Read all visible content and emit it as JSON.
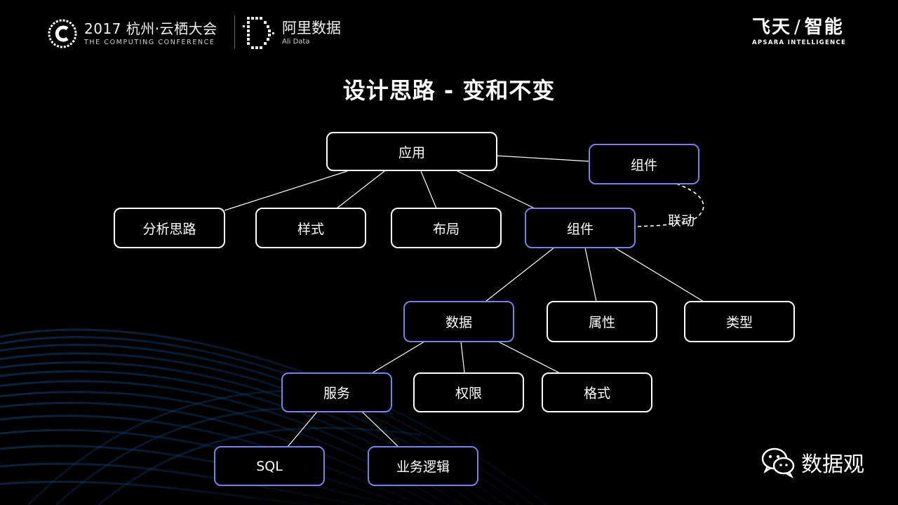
{
  "header": {
    "conference_title": "2017 杭州·云栖大会",
    "conference_subtitle": "THE COMPUTING CONFERENCE",
    "ali_title": "阿里数据",
    "ali_subtitle": "Ali Data",
    "brand_main_left": "飞天",
    "brand_slash": "/",
    "brand_main_right": "智能",
    "brand_sub": "APSARA INTELLIGENCE"
  },
  "title": "设计思路 - 变和不变",
  "nodes": {
    "app": "应用",
    "component_linked": "组件",
    "analysis": "分析思路",
    "style": "样式",
    "layout": "布局",
    "component": "组件",
    "data": "数据",
    "property": "属性",
    "type": "类型",
    "service": "服务",
    "permission": "权限",
    "format": "格式",
    "sql": "SQL",
    "biz_logic": "业务逻辑"
  },
  "link_label": "联动",
  "watermark": "数据观",
  "colors": {
    "background": "#000000",
    "node_border": "#ffffff",
    "node_border_accent": "#7b7fe6",
    "edge": "#ffffff",
    "wave": "#1b4f8a"
  }
}
